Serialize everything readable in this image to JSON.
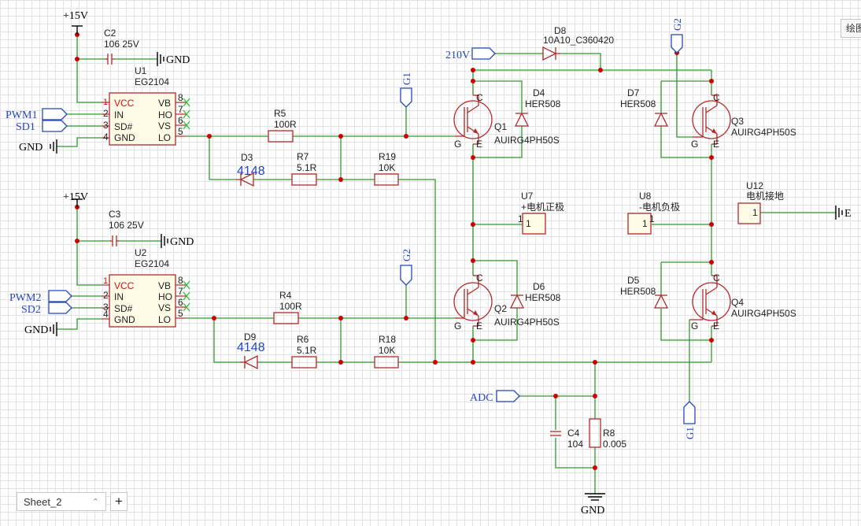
{
  "sheet": {
    "name": "Sheet_2",
    "add_label": "+"
  },
  "side_panel": {
    "tab_label": "绘图"
  },
  "power": {
    "vcc": "+15V",
    "hv": "210V",
    "gnd": "GND",
    "earth": "E"
  },
  "nets": {
    "pwm1": "PWM1",
    "sd1": "SD1",
    "pwm2": "PWM2",
    "sd2": "SD2",
    "g1": "G1",
    "g2": "G2",
    "adc": "ADC"
  },
  "drivers": [
    {
      "ref": "U1",
      "value": "EG2104",
      "pins_left": [
        "VCC",
        "IN",
        "SD#",
        "GND"
      ],
      "pins_right": [
        "VB",
        "HO",
        "VS",
        "LO"
      ],
      "pin_nums_left": [
        "1",
        "2",
        "3",
        "4"
      ],
      "pin_nums_right": [
        "8",
        "7",
        "6",
        "5"
      ]
    },
    {
      "ref": "U2",
      "value": "EG2104",
      "pins_left": [
        "VCC",
        "IN",
        "SD#",
        "GND"
      ],
      "pins_right": [
        "VB",
        "HO",
        "VS",
        "LO"
      ],
      "pin_nums_left": [
        "1",
        "2",
        "3",
        "4"
      ],
      "pin_nums_right": [
        "8",
        "7",
        "6",
        "5"
      ]
    }
  ],
  "capacitors": [
    {
      "ref": "C2",
      "value": "106 25V"
    },
    {
      "ref": "C3",
      "value": "106 25V"
    },
    {
      "ref": "C4",
      "value": "104"
    }
  ],
  "resistors": [
    {
      "ref": "R5",
      "value": "100R"
    },
    {
      "ref": "R7",
      "value": "5.1R"
    },
    {
      "ref": "R19",
      "value": "10K"
    },
    {
      "ref": "R4",
      "value": "100R"
    },
    {
      "ref": "R6",
      "value": "5.1R"
    },
    {
      "ref": "R18",
      "value": "10K"
    },
    {
      "ref": "R8",
      "value": "0.005"
    }
  ],
  "diodes": [
    {
      "ref": "D3",
      "value": "4148"
    },
    {
      "ref": "D9",
      "value": "4148"
    },
    {
      "ref": "D8",
      "value": "10A10_C360420"
    },
    {
      "ref": "D4",
      "value": "HER508"
    },
    {
      "ref": "D6",
      "value": "HER508"
    },
    {
      "ref": "D7",
      "value": "HER508"
    },
    {
      "ref": "D5",
      "value": "HER508"
    }
  ],
  "igbts": [
    {
      "ref": "Q1",
      "value": "AUIRG4PH50S"
    },
    {
      "ref": "Q2",
      "value": "AUIRG4PH50S"
    },
    {
      "ref": "Q3",
      "value": "AUIRG4PH50S"
    },
    {
      "ref": "Q4",
      "value": "AUIRG4PH50S"
    }
  ],
  "igbt_pins": {
    "c": "C",
    "g": "G",
    "e": "E"
  },
  "connectors": [
    {
      "ref": "U7",
      "value": "+电机正极",
      "pin": "1"
    },
    {
      "ref": "U8",
      "value": "-电机负极",
      "pin": "1"
    },
    {
      "ref": "U12",
      "value": "电机接地",
      "pin": "1"
    }
  ]
}
